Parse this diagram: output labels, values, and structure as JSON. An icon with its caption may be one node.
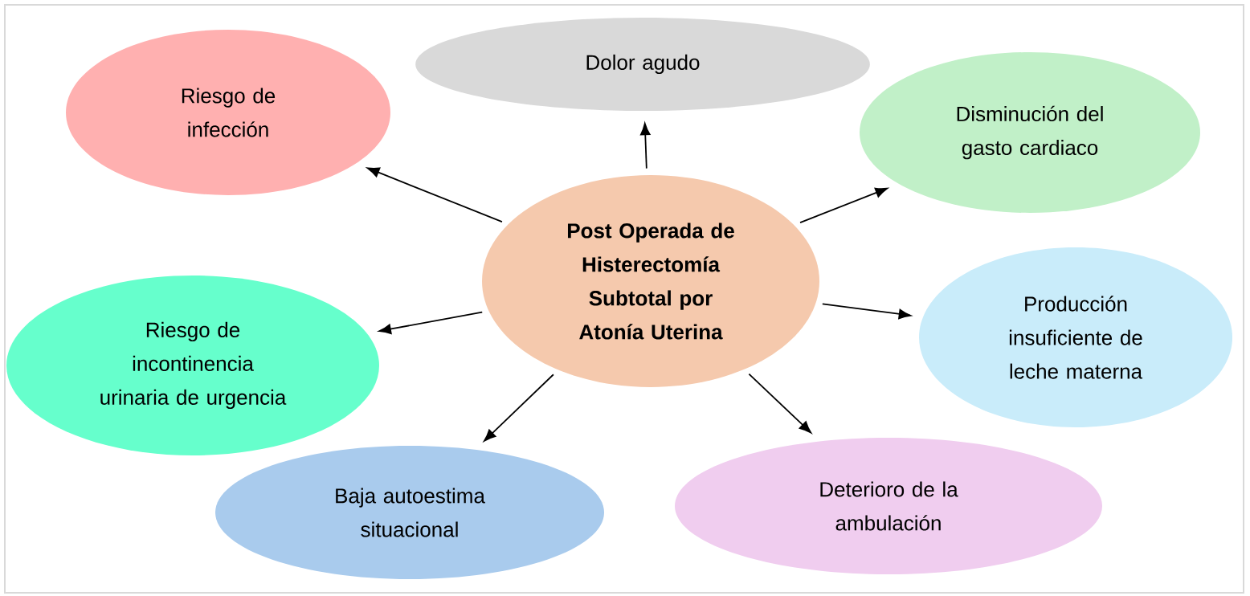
{
  "diagram": {
    "nodes": [
      {
        "text": [
          "Post Operada de Histerectomía Subtotal por Atonía Uterina"
        ]
      },
      {
        "text": [
          "Riesgo de infección"
        ]
      },
      {
        "text": [
          "Dolor agudo"
        ]
      },
      {
        "text": [
          "Disminución del gasto cardiaco"
        ]
      },
      {
        "text": [
          "Riesgo de incontinencia urinaria de urgencia"
        ]
      },
      {
        "text": [
          "Producción insuficiente de leche materna"
        ]
      },
      {
        "text": [
          "Baja autoestima situacional"
        ]
      },
      {
        "text": [
          "Deterioro de la ambulación"
        ]
      }
    ],
    "edges": [
      {
        "from": 0,
        "to": 1,
        "arrow": "to"
      },
      {
        "from": 0,
        "to": 2,
        "arrow": "to"
      },
      {
        "from": 0,
        "to": 3,
        "arrow": "to"
      },
      {
        "from": 0,
        "to": 4,
        "arrow": "to"
      },
      {
        "from": 0,
        "to": 5,
        "arrow": "to"
      },
      {
        "from": 0,
        "to": 6,
        "arrow": "to"
      },
      {
        "from": 0,
        "to": 7,
        "arrow": "to"
      }
    ]
  }
}
